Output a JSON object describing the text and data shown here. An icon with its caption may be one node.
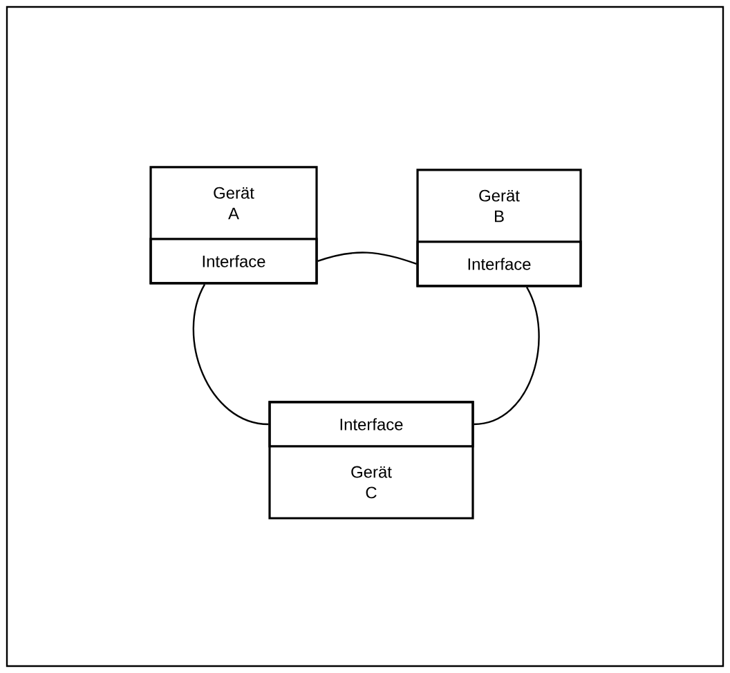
{
  "diagram": {
    "nodes": [
      {
        "text": [
          "Gerät A"
        ]
      },
      {
        "text": [
          "Interface"
        ],
        "in": 0
      },
      {
        "text": [
          "Gerät B"
        ]
      },
      {
        "text": [
          "Interface"
        ],
        "in": 2
      },
      {
        "text": [
          "Gerät C"
        ]
      },
      {
        "text": [
          "Interface"
        ],
        "in": 4
      }
    ],
    "edges": [
      {
        "from": 1,
        "to": 3,
        "arrow": "none"
      },
      {
        "from": 1,
        "to": 5,
        "arrow": "none"
      },
      {
        "from": 3,
        "to": 5,
        "arrow": "none"
      }
    ]
  }
}
